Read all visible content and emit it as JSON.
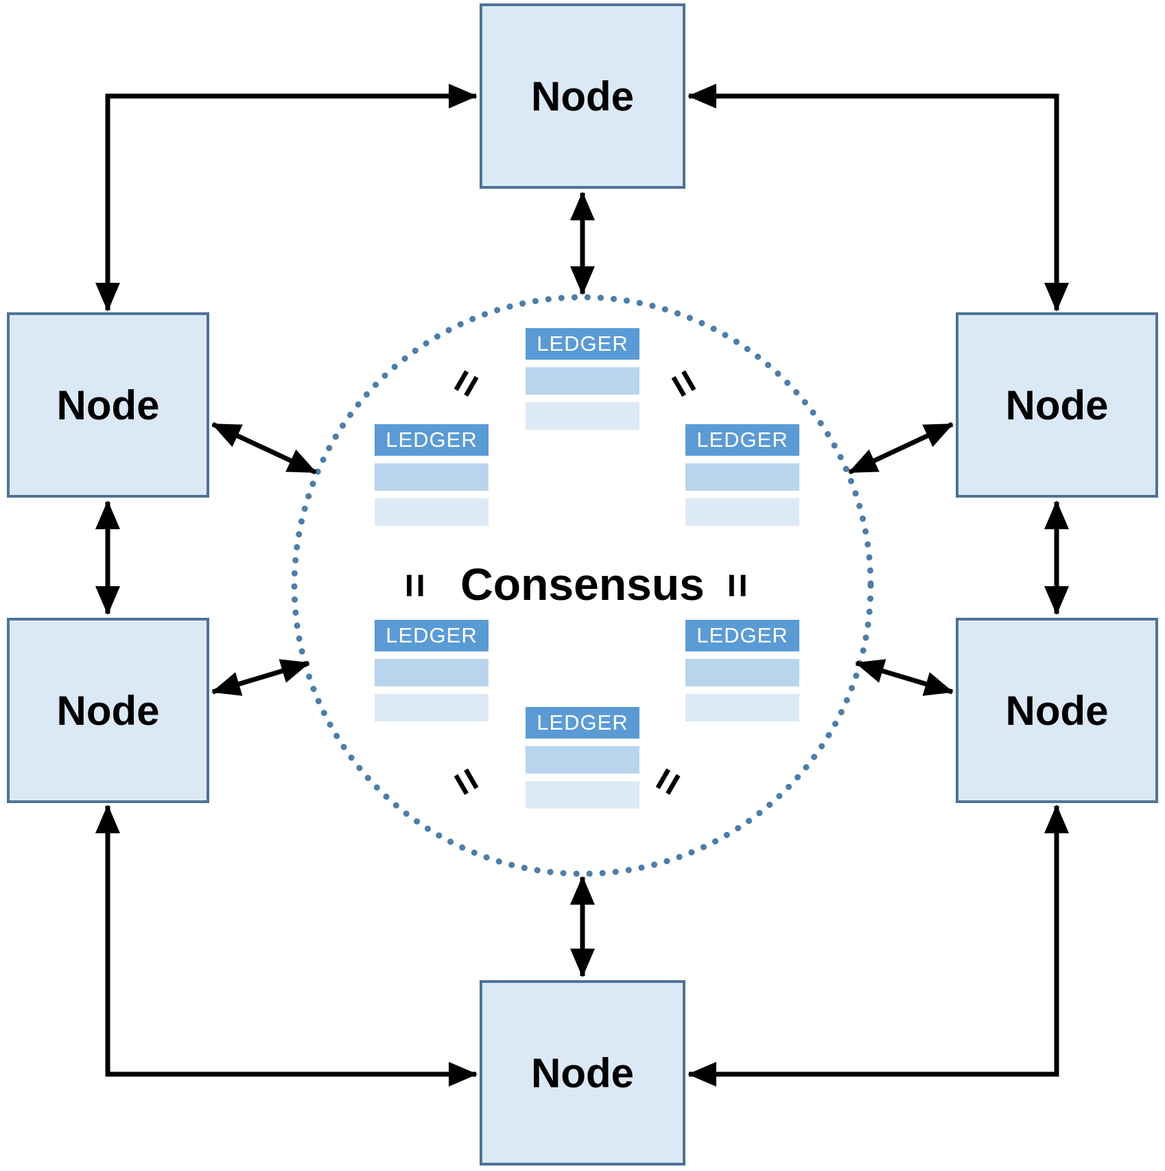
{
  "diagram": {
    "consensus_label": "Consensus"
  },
  "nodes": [
    {
      "id": "top",
      "label": "Node"
    },
    {
      "id": "upper-left",
      "label": "Node"
    },
    {
      "id": "upper-right",
      "label": "Node"
    },
    {
      "id": "lower-left",
      "label": "Node"
    },
    {
      "id": "lower-right",
      "label": "Node"
    },
    {
      "id": "bottom",
      "label": "Node"
    }
  ],
  "ledgers": [
    {
      "id": "top",
      "title": "LEDGER"
    },
    {
      "id": "upper-left",
      "title": "LEDGER"
    },
    {
      "id": "upper-right",
      "title": "LEDGER"
    },
    {
      "id": "lower-left",
      "title": "LEDGER"
    },
    {
      "id": "lower-right",
      "title": "LEDGER"
    },
    {
      "id": "bottom",
      "title": "LEDGER"
    }
  ],
  "equals_marks": [
    {
      "id": "upper-left",
      "symbol": "="
    },
    {
      "id": "upper-right",
      "symbol": "="
    },
    {
      "id": "middle-left",
      "symbol": "="
    },
    {
      "id": "middle-right",
      "symbol": "="
    },
    {
      "id": "lower-left",
      "symbol": "="
    },
    {
      "id": "lower-right",
      "symbol": "="
    }
  ],
  "colors": {
    "node_fill": "#dbe8f6",
    "node_border": "#4f7297",
    "ledger_header": "#5b9bd5",
    "ledger_row_1": "#b9d5ee",
    "ledger_row_2": "#dde9f6",
    "circle_dot": "#4d7ea8",
    "arrow": "#000000",
    "text": "#000000"
  }
}
